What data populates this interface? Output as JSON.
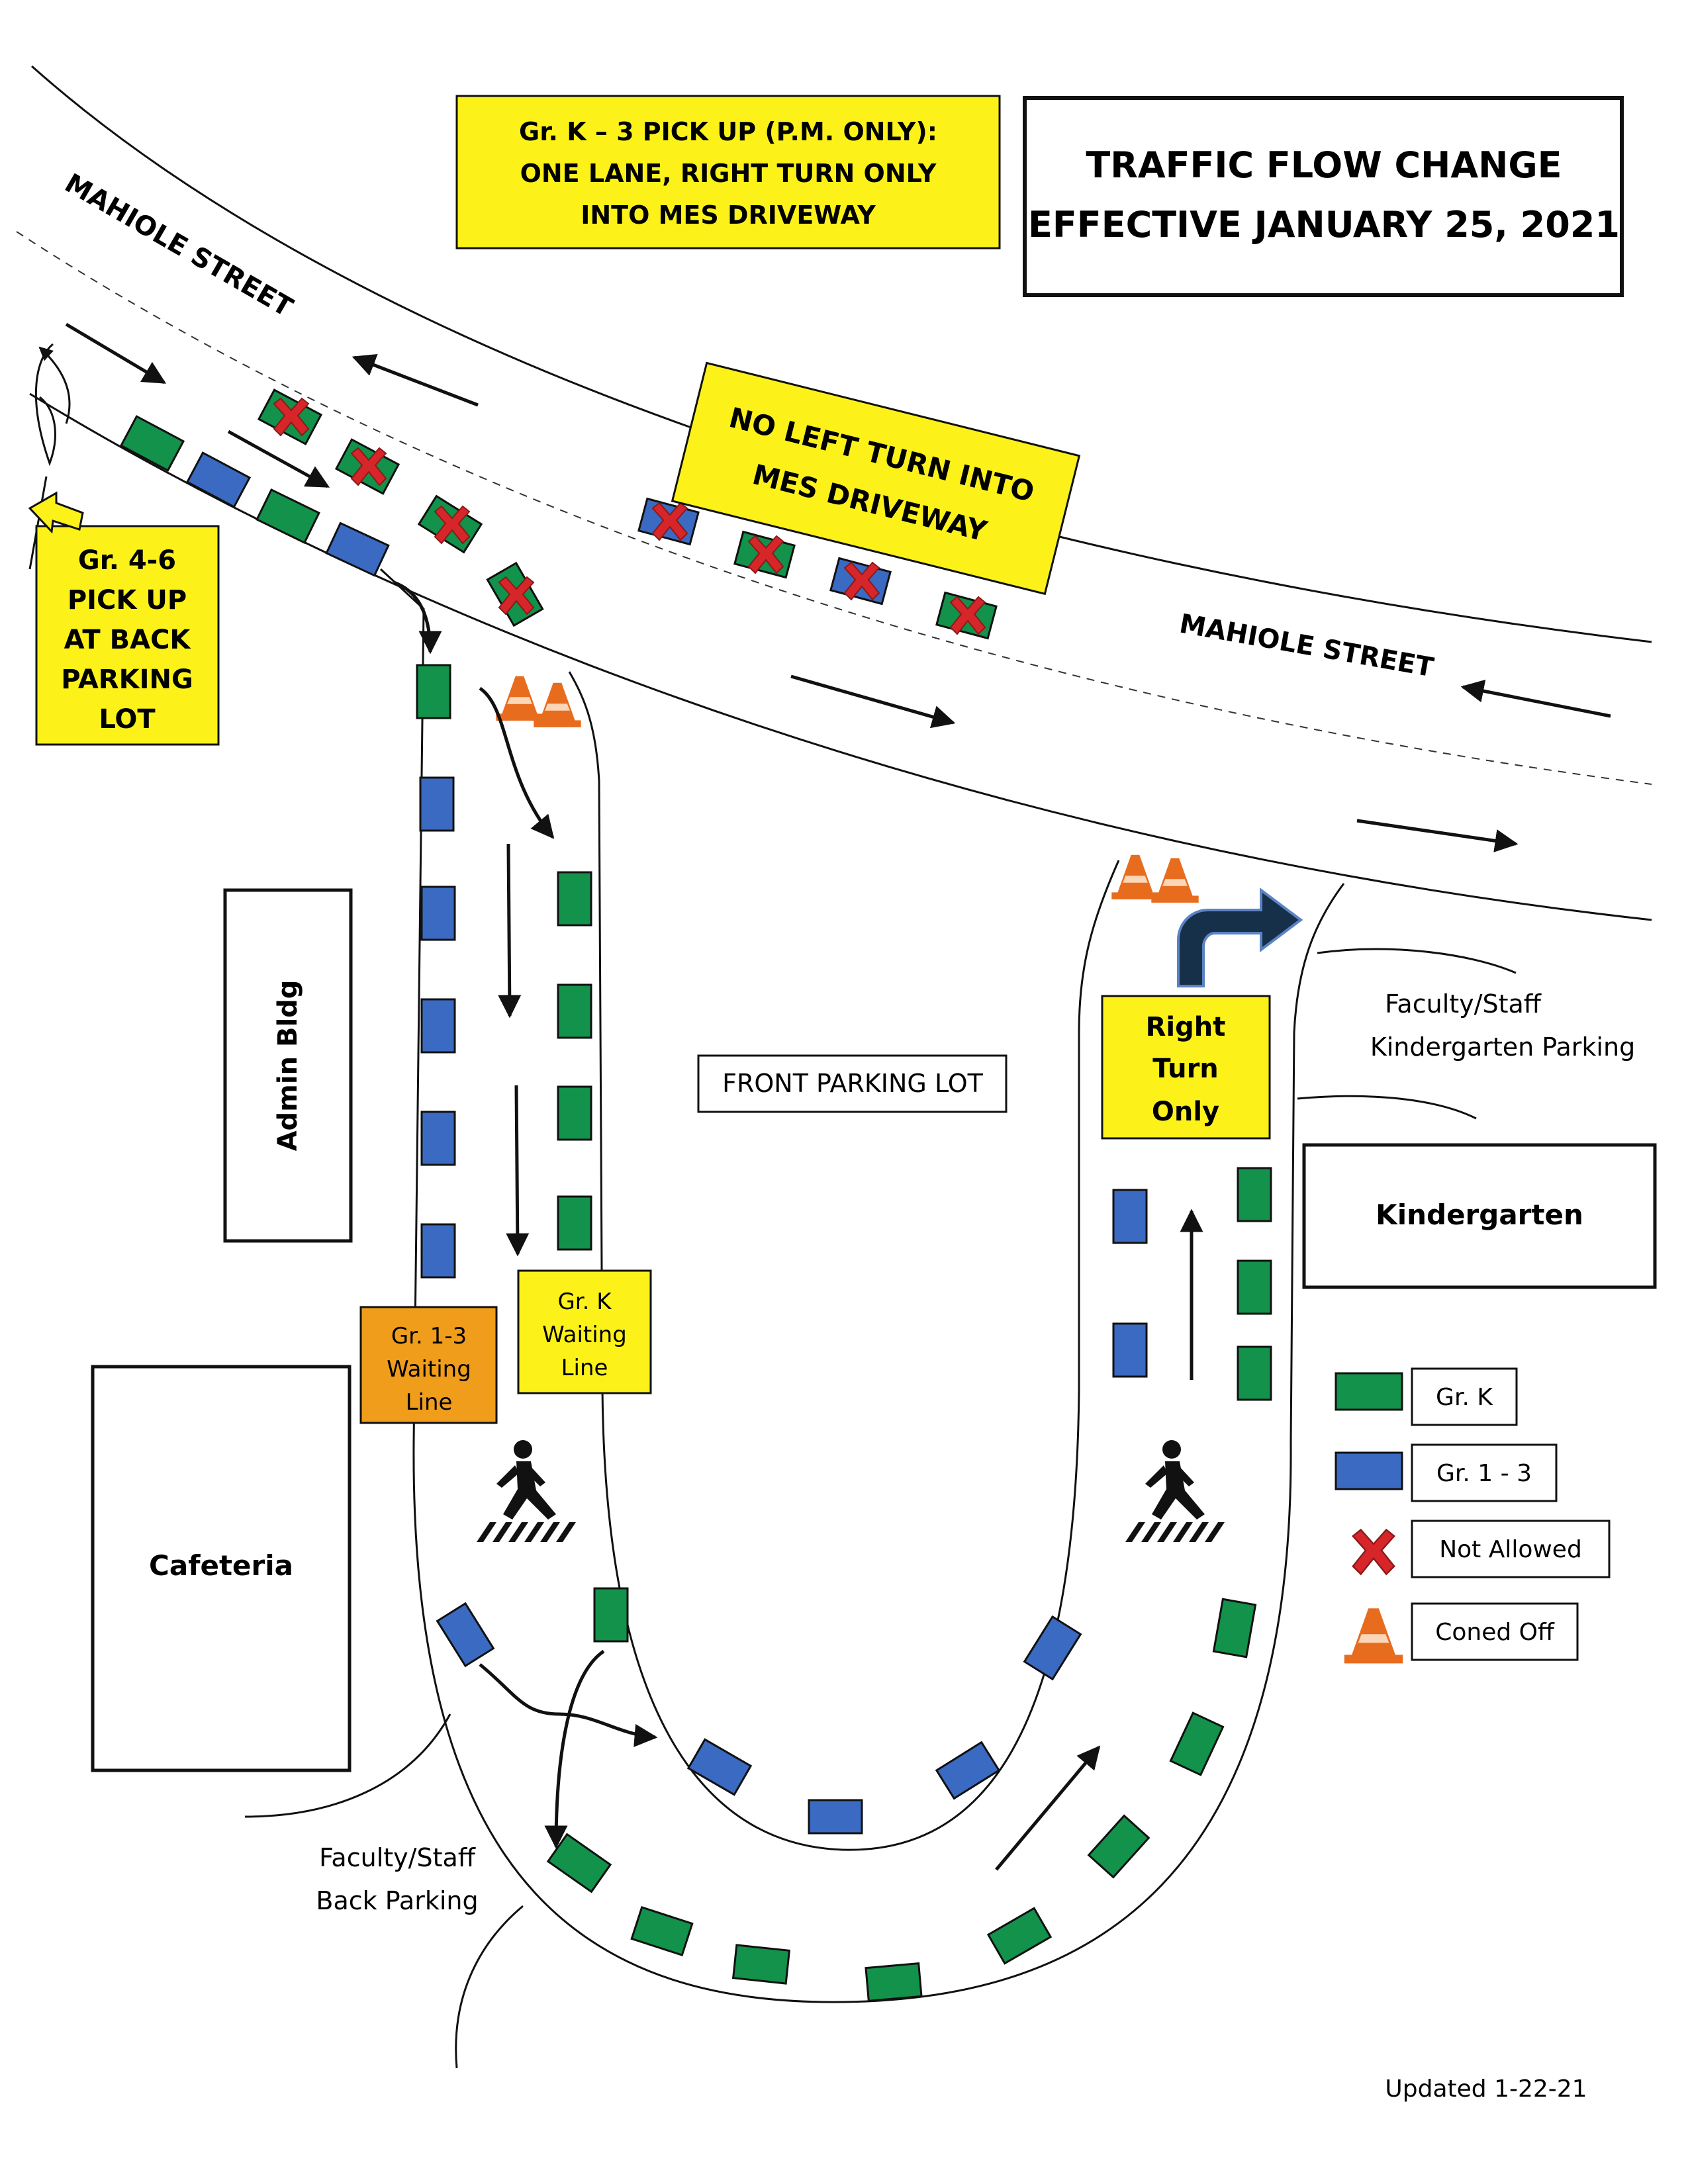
{
  "title": {
    "line1": "TRAFFIC FLOW CHANGE",
    "line2": "EFFECTIVE JANUARY 25, 2021"
  },
  "pickup_notice": {
    "line1": "Gr. K – 3 PICK UP (P.M. ONLY):",
    "line2": "ONE LANE, RIGHT TURN ONLY",
    "line3": "INTO MES DRIVEWAY"
  },
  "no_left_turn": {
    "line1": "NO LEFT TURN INTO",
    "line2": "MES DRIVEWAY"
  },
  "gr46_pickup": {
    "line1": "Gr. 4-6",
    "line2": "PICK UP",
    "line3": "AT BACK",
    "line4": "PARKING",
    "line5": "LOT"
  },
  "street_name_top": "MAHIOLE STREET",
  "street_name_right": "MAHIOLE STREET",
  "buildings": {
    "admin": "Admin Bldg",
    "cafeteria": "Cafeteria",
    "kindergarten": "Kindergarten"
  },
  "front_parking_lot": "FRONT PARKING LOT",
  "right_turn_only": {
    "line1": "Right",
    "line2": "Turn",
    "line3": "Only"
  },
  "faculty_kinder_parking": {
    "line1": "Faculty/Staff",
    "line2": "Kindergarten Parking"
  },
  "faculty_back_parking": {
    "line1": "Faculty/Staff",
    "line2": "Back Parking"
  },
  "waiting_gr13": {
    "line1": "Gr. 1-3",
    "line2": "Waiting",
    "line3": "Line"
  },
  "waiting_grk": {
    "line1": "Gr. K",
    "line2": "Waiting",
    "line3": "Line"
  },
  "legend": {
    "grk": "Gr. K",
    "gr13": "Gr. 1 - 3",
    "not_allowed": "Not Allowed",
    "coned_off": "Coned Off"
  },
  "updated": "Updated 1-22-21",
  "colors": {
    "yellow": "#fcf21a",
    "green": "#12924a",
    "blue": "#3b6ac2",
    "orange": "#ef9d1b",
    "red": "#d7262a",
    "cone": "#e86c1e",
    "arrow_navy": "#17304a"
  }
}
